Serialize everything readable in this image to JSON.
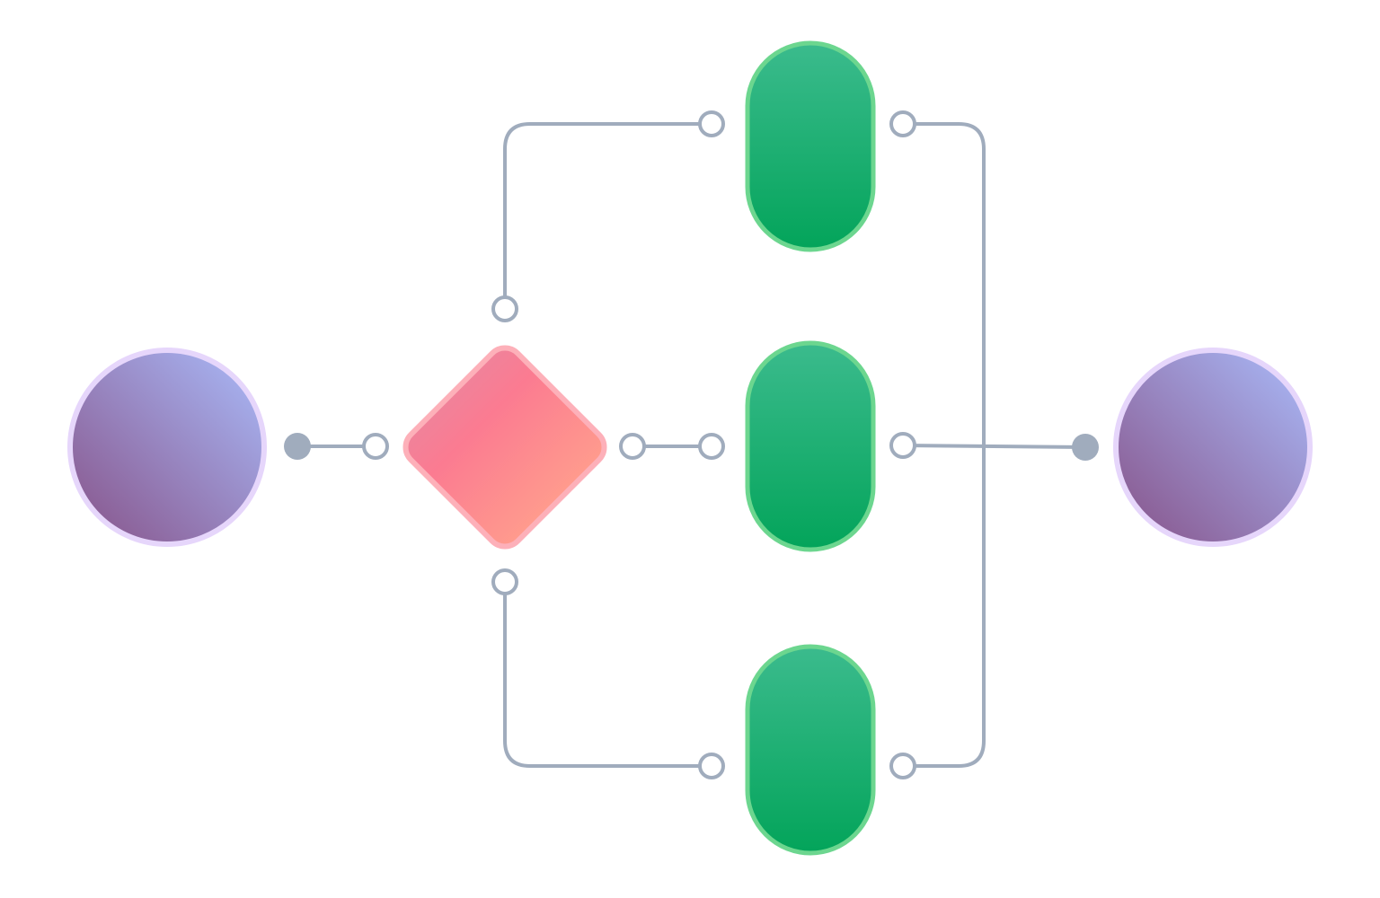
{
  "diagram": {
    "nodes": [
      {
        "id": "start-event",
        "shape": "circle"
      },
      {
        "id": "decision-gateway",
        "shape": "diamond"
      },
      {
        "id": "task-top",
        "shape": "pill"
      },
      {
        "id": "task-middle",
        "shape": "pill"
      },
      {
        "id": "task-bottom",
        "shape": "pill"
      },
      {
        "id": "end-event",
        "shape": "circle"
      }
    ],
    "edges": [
      {
        "from": "start-event",
        "to": "decision-gateway"
      },
      {
        "from": "decision-gateway",
        "to": "task-top"
      },
      {
        "from": "decision-gateway",
        "to": "task-middle"
      },
      {
        "from": "decision-gateway",
        "to": "task-bottom"
      },
      {
        "from": "task-top",
        "to": "end-event"
      },
      {
        "from": "task-middle",
        "to": "end-event"
      },
      {
        "from": "task-bottom",
        "to": "end-event"
      }
    ]
  },
  "colors": {
    "connector": "#a0acbd",
    "event_fill_light": "#a6b1ef",
    "event_fill_dark": "#8a5c93",
    "event_border": "#e6d6fb",
    "gateway_fill_left": "#f0829a",
    "gateway_fill_mid": "#fb7b91",
    "gateway_fill_right": "#ff9b8d",
    "gateway_border": "#fdb0b9",
    "task_fill_top": "#3bbb8d",
    "task_fill_bottom": "#03a45a",
    "task_border": "#6cd68f"
  }
}
